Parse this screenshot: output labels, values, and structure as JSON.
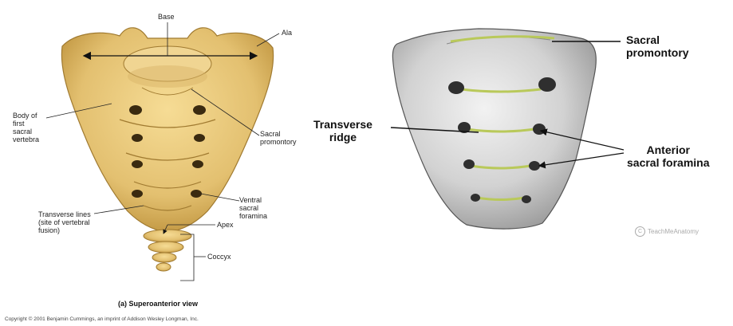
{
  "left_figure": {
    "labels": {
      "base": "Base",
      "ala": "Ala",
      "body_first_sacral": "Body of\nfirst\nsacral\nvertebra",
      "sacral_promontory": "Sacral\npromontory",
      "ventral_sacral_foramina": "Ventral\nsacral\nforamina",
      "transverse_lines": "Transverse lines\n(site of vertebral\nfusion)",
      "apex": "Apex",
      "coccyx": "Coccyx"
    },
    "caption": "(a) Superoanterior view",
    "copyright": "Copyright © 2001 Benjamin Cummings, an imprint of Addison Wesley Longman, Inc."
  },
  "right_figure": {
    "labels": {
      "sacral_promontory": "Sacral\npromontory",
      "transverse_ridge": "Transverse\nridge",
      "anterior_sacral_foramina": "Anterior\nsacral foramina"
    },
    "logo_text": "TeachMeAnatomy"
  },
  "colors": {
    "bone_yellow": "#e8c878",
    "bone_yellow_dark": "#b8913e",
    "bone_grey": "#cfcfcf",
    "bone_grey_dark": "#6f6f6f",
    "ridge_green": "#b9c95a"
  }
}
